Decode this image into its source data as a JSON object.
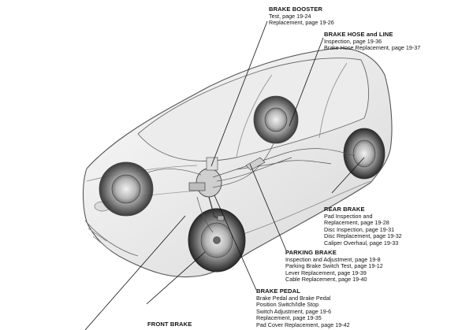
{
  "callouts": {
    "brake_booster": {
      "title": "BRAKE BOOSTER",
      "lines": [
        "Test, page 19-24",
        "Replacement, page 19-26"
      ]
    },
    "brake_hose_line": {
      "title": "BRAKE HOSE and LINE",
      "lines": [
        "Inspection, page 19-36",
        "Brake Hose Replacement, page 19-37"
      ]
    },
    "rear_brake": {
      "title": "REAR BRAKE",
      "lines": [
        "Pad Inspection and",
        "Replacement, page 19-28",
        "Disc Inspection, page 19-31",
        "Disc Replacement, page 19-32",
        "Caliper Overhaul, page 19-33"
      ]
    },
    "parking_brake": {
      "title": "PARKING BRAKE",
      "lines": [
        "Inspection and Adjustment, page 19-8",
        "Parking Brake Switch Test, page 19-12",
        "Lever Replacement, page 19-39",
        "Cable Replacement, page 19-40"
      ]
    },
    "brake_pedal": {
      "title": "BRAKE PEDAL",
      "lines": [
        "Brake Pedal and Brake Pedal",
        "Position Switch/Idle Stop",
        "Switch Adjustment, page 19-6",
        "Replacement, page 19-35",
        "Pad Cover Replacement, page 19-42"
      ]
    },
    "front_brake": {
      "title": "FRONT BRAKE",
      "lines": []
    }
  }
}
